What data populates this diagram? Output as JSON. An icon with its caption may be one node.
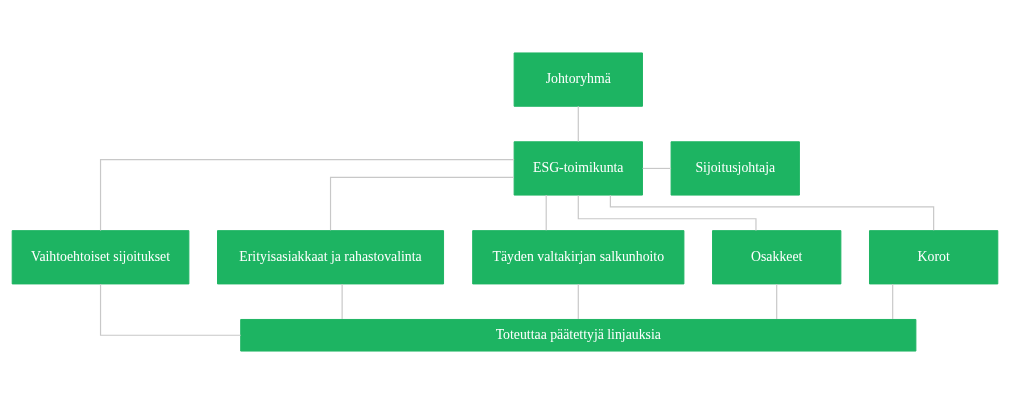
{
  "diagram": {
    "nodes": [
      {
        "text": [
          "Johtoryhmä"
        ]
      },
      {
        "text": [
          "ESG-toimikunta"
        ]
      },
      {
        "text": [
          "Sijoitusjohtaja"
        ]
      },
      {
        "text": [
          "Vaihtoehtoiset sijoitukset"
        ]
      },
      {
        "text": [
          "Erityisasiakkaat ja rahastovalinta"
        ]
      },
      {
        "text": [
          "Täyden valtakirjan salkunhoito"
        ]
      },
      {
        "text": [
          "Osakkeet"
        ]
      },
      {
        "text": [
          "Korot"
        ]
      },
      {
        "text": [
          "Toteuttaa päätettyjä linjauksia"
        ]
      }
    ],
    "edges": [
      {
        "from": 0,
        "to": 1,
        "arrow": "none"
      },
      {
        "from": 1,
        "to": 2,
        "arrow": "none"
      },
      {
        "from": 1,
        "to": 3,
        "arrow": "none"
      },
      {
        "from": 1,
        "to": 4,
        "arrow": "none"
      },
      {
        "from": 1,
        "to": 5,
        "arrow": "none"
      },
      {
        "from": 1,
        "to": 6,
        "arrow": "none"
      },
      {
        "from": 1,
        "to": 7,
        "arrow": "none"
      },
      {
        "from": 3,
        "to": 8,
        "arrow": "none"
      },
      {
        "from": 4,
        "to": 8,
        "arrow": "none"
      },
      {
        "from": 5,
        "to": 8,
        "arrow": "none"
      },
      {
        "from": 6,
        "to": 8,
        "arrow": "none"
      },
      {
        "from": 7,
        "to": 8,
        "arrow": "none"
      }
    ]
  }
}
